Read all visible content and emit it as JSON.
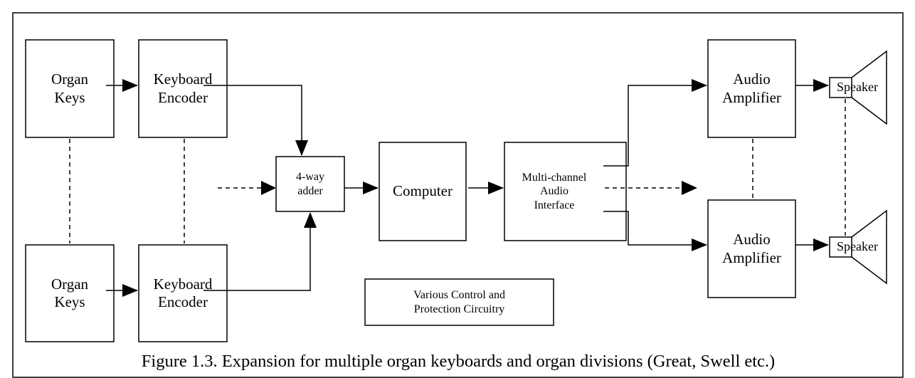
{
  "blocks": {
    "organ_keys_top": "Organ\nKeys",
    "organ_keys_bottom": "Organ\nKeys",
    "keyboard_encoder_top": "Keyboard\nEncoder",
    "keyboard_encoder_bottom": "Keyboard\nEncoder",
    "adder": "4-way\nadder",
    "computer": "Computer",
    "audio_interface": "Multi-channel\nAudio\nInterface",
    "control_circuitry": "Various Control and\nProtection Circuitry",
    "amplifier_top": "Audio\nAmplifier",
    "amplifier_bottom": "Audio\nAmplifier",
    "speaker_top": "Speaker",
    "speaker_bottom": "Speaker"
  },
  "caption": "Figure 1.3. Expansion for multiple organ keyboards and organ divisions (Great, Swell etc.)"
}
